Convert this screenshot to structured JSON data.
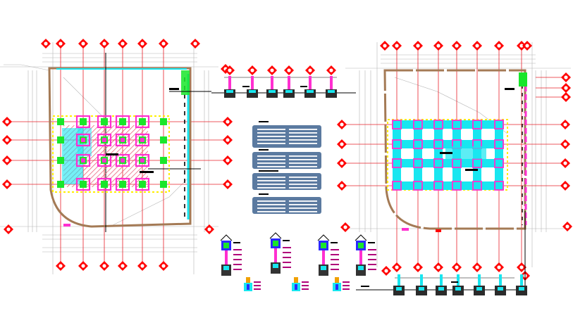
{
  "drawing": {
    "background": "#ffffff",
    "colors": {
      "grid_axis": "#e8202a",
      "axis_marker": "#ff0000",
      "wall": "#a47a55",
      "column": "#19e62a",
      "beam": "#18e6f0",
      "footing": "#ff2fd0",
      "hatch": "#e8506a",
      "dim_line": "#9a9a9a",
      "note_panel": "#5b7aa0",
      "leader": "#000000"
    },
    "left_plan": {
      "axis_rows": 4,
      "axis_cols": 6,
      "view": "foundation-hatched"
    },
    "right_plan": {
      "axis_rows": 4,
      "axis_cols": 6,
      "view": "beam-layout"
    },
    "note_panels": 4,
    "section_details": 4
  }
}
